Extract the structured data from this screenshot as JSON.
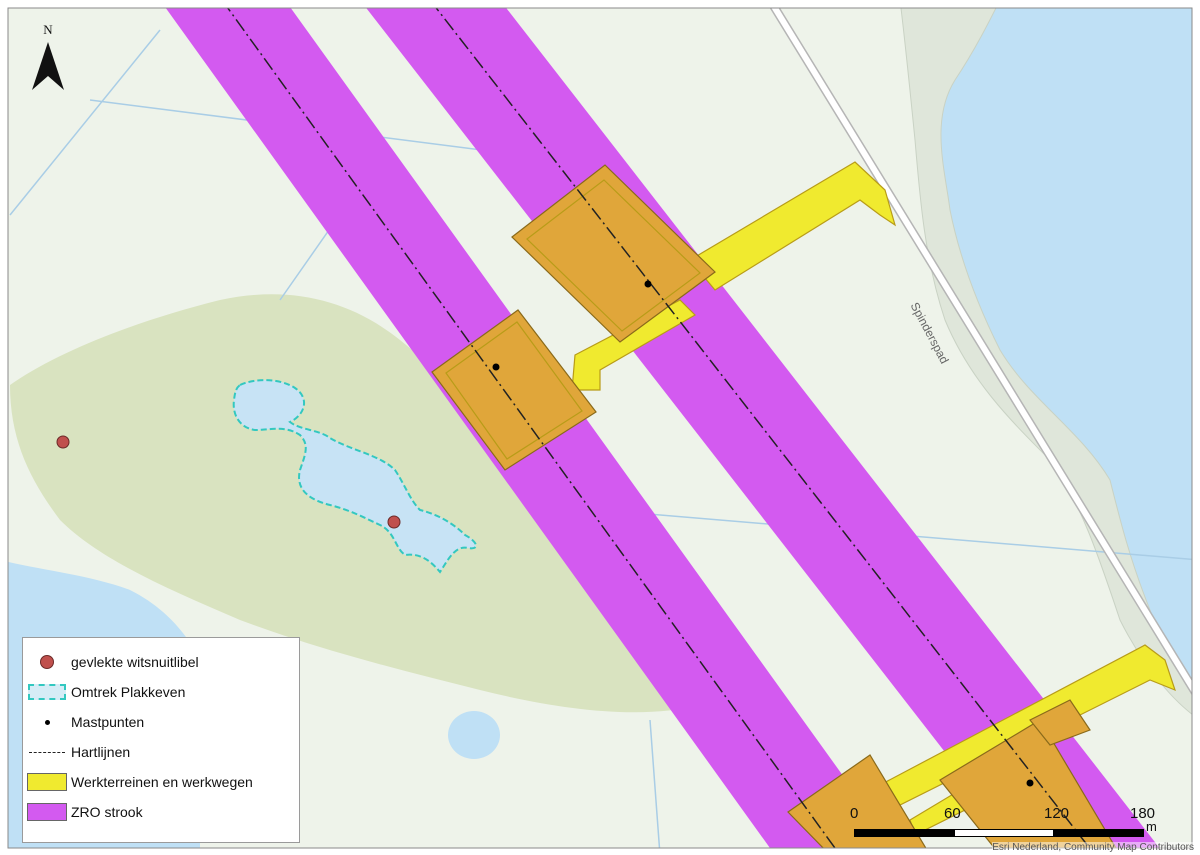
{
  "map": {
    "road_label": "Spinderspad",
    "north_label": "N",
    "credit": "Esri Nederland, Community Map Contributors"
  },
  "legend": {
    "items": [
      {
        "label": "gevlekte witsnuitlibel",
        "symbol": "red-dot"
      },
      {
        "label": "Omtrek Plakkeven",
        "symbol": "dashed-outline"
      },
      {
        "label": "Mastpunten",
        "symbol": "black-dot"
      },
      {
        "label": "Hartlijnen",
        "symbol": "dashed-line"
      },
      {
        "label": "Werkterreinen en werkwegen",
        "symbol": "yellow-fill"
      },
      {
        "label": "ZRO strook",
        "symbol": "magenta-fill"
      }
    ]
  },
  "scale_bar": {
    "labels": [
      "0",
      "60",
      "120",
      "180"
    ],
    "unit": "m"
  },
  "colors": {
    "water": "#bfe0f5",
    "land": "#eef3ea",
    "forest": "#d9e3c0",
    "zro": "#d35af0",
    "werkterrein": "#f0ea2f",
    "overlap": "#e0a63a",
    "observation": "#c0504d",
    "plakkeven_outline": "#33c8c0"
  }
}
